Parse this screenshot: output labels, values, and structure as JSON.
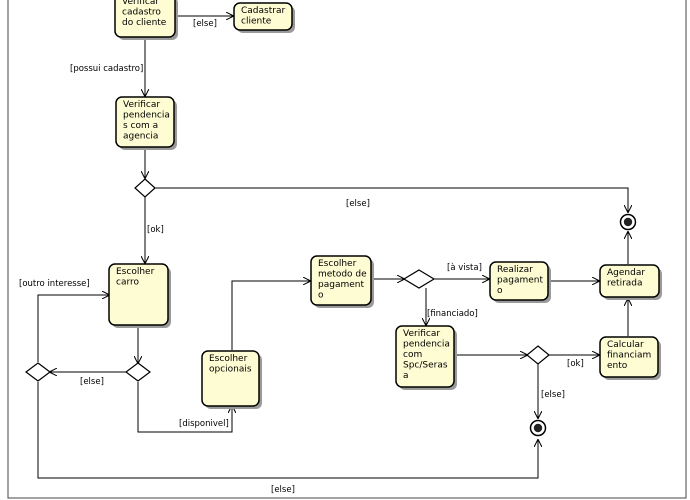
{
  "diagram": {
    "nodes": [
      {
        "id": "verificar-cadastro",
        "lines": [
          "Verificar",
          "cadastro",
          "do cliente"
        ]
      },
      {
        "id": "cadastrar-cliente",
        "lines": [
          "Cadastrar",
          "cliente"
        ]
      },
      {
        "id": "verificar-pendencias-agencia",
        "lines": [
          "Verificar",
          "pendencia",
          "s com a",
          "agencia"
        ]
      },
      {
        "id": "escolher-carro",
        "lines": [
          "Escolher",
          "carro"
        ]
      },
      {
        "id": "escolher-opcionais",
        "lines": [
          "Escolher",
          "opcionais"
        ]
      },
      {
        "id": "escolher-metodo-pagamento",
        "lines": [
          "Escolher",
          "metodo de",
          "pagament",
          "o"
        ]
      },
      {
        "id": "realizar-pagamento",
        "lines": [
          "Realizar",
          "pagament",
          "o"
        ]
      },
      {
        "id": "agendar-retirada",
        "lines": [
          "Agendar",
          "retirada"
        ]
      },
      {
        "id": "verificar-pendencia-spc",
        "lines": [
          "Verificar",
          "pendencia",
          "com",
          "Spc/Seras",
          "a"
        ]
      },
      {
        "id": "calcular-financiamento",
        "lines": [
          "Calcular",
          "financiam",
          "ento"
        ]
      }
    ],
    "guards": {
      "else_cadastro": "[else]",
      "possui_cadastro": "[possui cadastro]",
      "else_top": "[else]",
      "ok_agencia": "[ok]",
      "outro_interesse": "[outro interesse]",
      "else_carro": "[else]",
      "disponivel": "[disponivel]",
      "a_vista": "[à vista]",
      "financiado": "[financiado]",
      "ok_spc": "[ok]",
      "else_spc": "[else]",
      "else_bottom": "[else]"
    }
  }
}
